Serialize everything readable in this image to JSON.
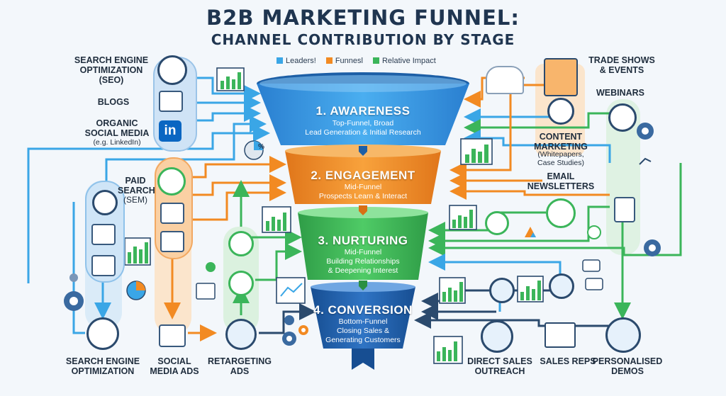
{
  "title": {
    "line1": "B2B MARKETING FUNNEL:",
    "line2": "CHANNEL CONTRIBUTION BY STAGE"
  },
  "legend": [
    {
      "label": "Leaders!",
      "color": "#3aa6e6"
    },
    {
      "label": "Funnesl",
      "color": "#f28a22"
    },
    {
      "label": "Relative Impact",
      "color": "#3bb55a"
    }
  ],
  "stages": [
    {
      "title": "1. AWARENESS",
      "sub": [
        "Top-Funnel, Broad",
        "Lead Generation & Initial Research"
      ],
      "color": "#2f8fe0"
    },
    {
      "title": "2. ENGAGEMENT",
      "sub": [
        "Mid-Funnel",
        "Prospects Learn & Interact"
      ],
      "color": "#f08a24"
    },
    {
      "title": "3. NURTURING",
      "sub": [
        "Mid-Funnel",
        "Building Relationships",
        "& Deepening Interest"
      ],
      "color": "#3fb657"
    },
    {
      "title": "4. CONVERSION",
      "sub": [
        "Bottom-Funnel",
        "Closing Sales &",
        "Generating Customers"
      ],
      "color": "#1f5fa8"
    }
  ],
  "left_labels": {
    "seo": "SEARCH ENGINE\nOPTIMIZATION\n(SEO)",
    "blogs": "BLOGS",
    "organic": "ORGANIC\nSOCIAL MEDIA",
    "organic_sub": "(e.g. LinkedIn)",
    "paid": "PAID\nSEARCH",
    "paid_sub": "(SEM)"
  },
  "right_labels": {
    "trade": "TRADE SHOWS\n& EVENTS",
    "webinars": "WEBINARS",
    "content": "CONTENT\nMARKETING",
    "content_sub": "(Whitepapers,\nCase Studies)",
    "email": "EMAIL\nNEWSLETTERS"
  },
  "bottom_labels": {
    "seo": "SEARCH ENGINE\nOPTIMIZATION",
    "social_ads": "SOCIAL\nMEDIA ADS",
    "retargeting": "RETARGETING\nADS",
    "direct": "DIRECT SALES\nOUTREACH",
    "sales_reps": "SALES REPS",
    "demos": "PERSONALISED\nDEMOS"
  },
  "misc": {
    "pie_pct": "%"
  },
  "colors": {
    "blue": "#3aa6e6",
    "orange": "#f28a22",
    "green": "#3bb55a",
    "navy": "#1f3550"
  }
}
